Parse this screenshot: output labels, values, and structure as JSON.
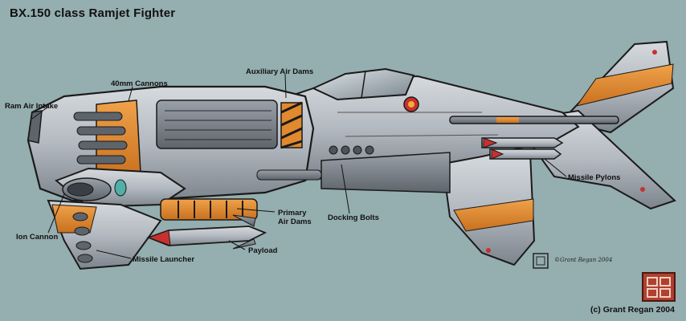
{
  "title": "BX.150 class Ramjet Fighter",
  "labels": {
    "ram_air_intake": "Ram Air Intake",
    "cannons": "40mm Cannons",
    "auxiliary_air_dams": "Auxiliary Air Dams",
    "ion_cannon": "Ion Cannon",
    "missile_launcher": "Missile Launcher",
    "primary_air_dams_1": "Primary",
    "primary_air_dams_2": "Air Dams",
    "payload": "Payload",
    "docking_bolts": "Docking Bolts",
    "missile_pylons": "Missile Pylons"
  },
  "artist_signature": "©Grant Regan 2004",
  "copyright": "(c) Grant Regan 2004",
  "colors": {
    "background": "#95aeb0",
    "hull": "#b9bec4",
    "hull_dark": "#6f7780",
    "accent_orange": "#e0892e",
    "outline": "#1a1a1a"
  }
}
